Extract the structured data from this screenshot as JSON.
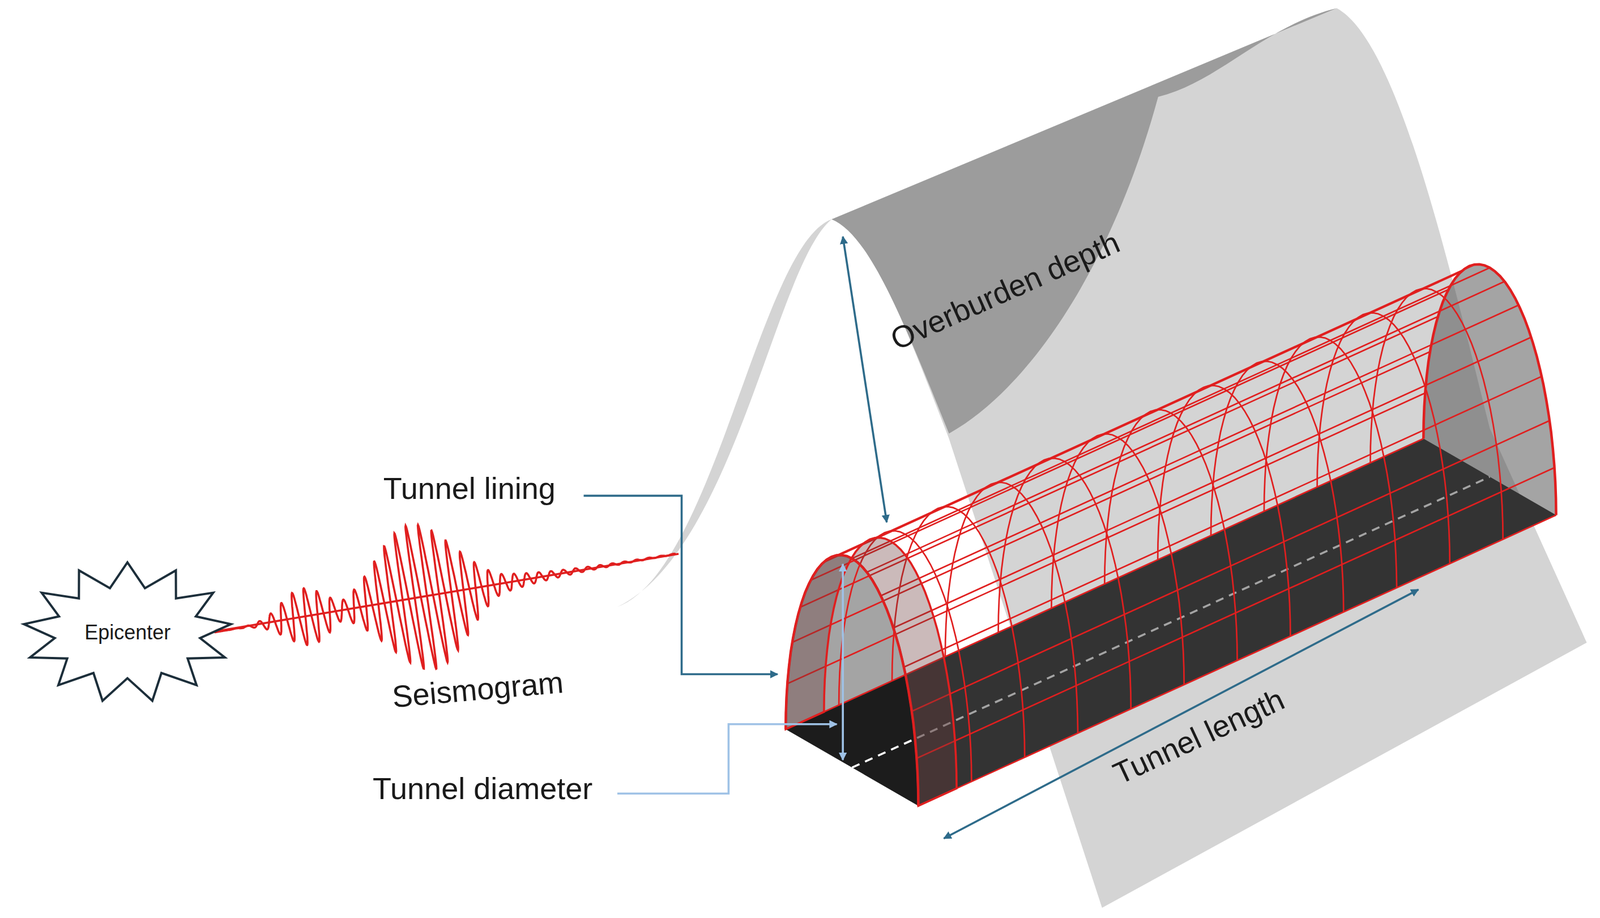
{
  "diagram": {
    "nodes": [
      {
        "text": [
          "Epicenter"
        ]
      }
    ],
    "labels": [
      "Overburden depth",
      "Tunnel lining",
      "Seismogram",
      "Tunnel diameter",
      "Tunnel length"
    ]
  }
}
